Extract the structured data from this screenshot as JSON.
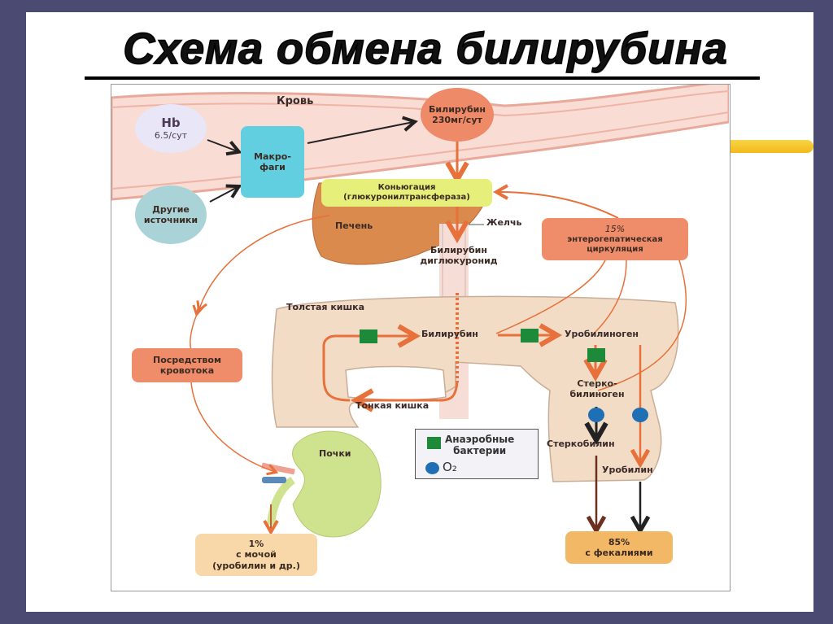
{
  "title": "Схема обмена билирубина",
  "colors": {
    "background": "#4a4a72",
    "arrow_orange": "#e8703a",
    "blood_vessel": "#f8d8d0",
    "macrophage_box": "#62cfe0",
    "conjugation_box": "#e6ef7a",
    "liver": "#d98a4c",
    "intestine": "#f2dcc6",
    "kidney": "#cfe38e",
    "salmon_box": "#ef8c6a",
    "output_box": "#f6c98a",
    "bacteria_green": "#1d8a3a",
    "oxygen_blue": "#1f6fb5"
  },
  "diagram": {
    "blood_label": "Кровь",
    "hb": {
      "title": "Hb",
      "value": "6.5/сут"
    },
    "other_sources": {
      "line1": "Другие",
      "line2": "источники"
    },
    "macrophages": {
      "line1": "Макро-",
      "line2": "фаги"
    },
    "bilirubin_blood": {
      "line1": "Билирубин",
      "line2": "230мг/сут"
    },
    "conjugation": {
      "line1": "Коньюгация",
      "line2": "(глюкуронилтрансфераза)"
    },
    "liver_label": "Печень",
    "bile_label": "Желчь",
    "bilirubin_diglucuronide": {
      "line1": "Билирубин",
      "line2": "диглюкуронид"
    },
    "enterohepatic": {
      "percent": "15%",
      "line1": "энтерогепатическая",
      "line2": "циркуляция"
    },
    "large_intestine_label": "Толстая кишка",
    "small_intestine_label": "Тонкая кишка",
    "bilirubin_intestine": "Билирубин",
    "urobilinogen": "Уробилиноген",
    "stercobilinogen": {
      "line1": "Стерко-",
      "line2": "билиноген"
    },
    "stercobilin": "Стеркобилин",
    "urobilin": "Уробилин",
    "via_blood": {
      "line1": "Посредством",
      "line2": "кровотока"
    },
    "kidneys_label": "Почки",
    "urine_output": {
      "percent": "1%",
      "line1": "с мочой",
      "line2": "(уробилин и др.)"
    },
    "feces_output": {
      "percent": "85%",
      "line1": "с фекалиями"
    }
  },
  "legend": {
    "anaerobic_bacteria_line1": "Анаэробные",
    "anaerobic_bacteria_line2": "бактерии",
    "oxygen": "O₂"
  }
}
